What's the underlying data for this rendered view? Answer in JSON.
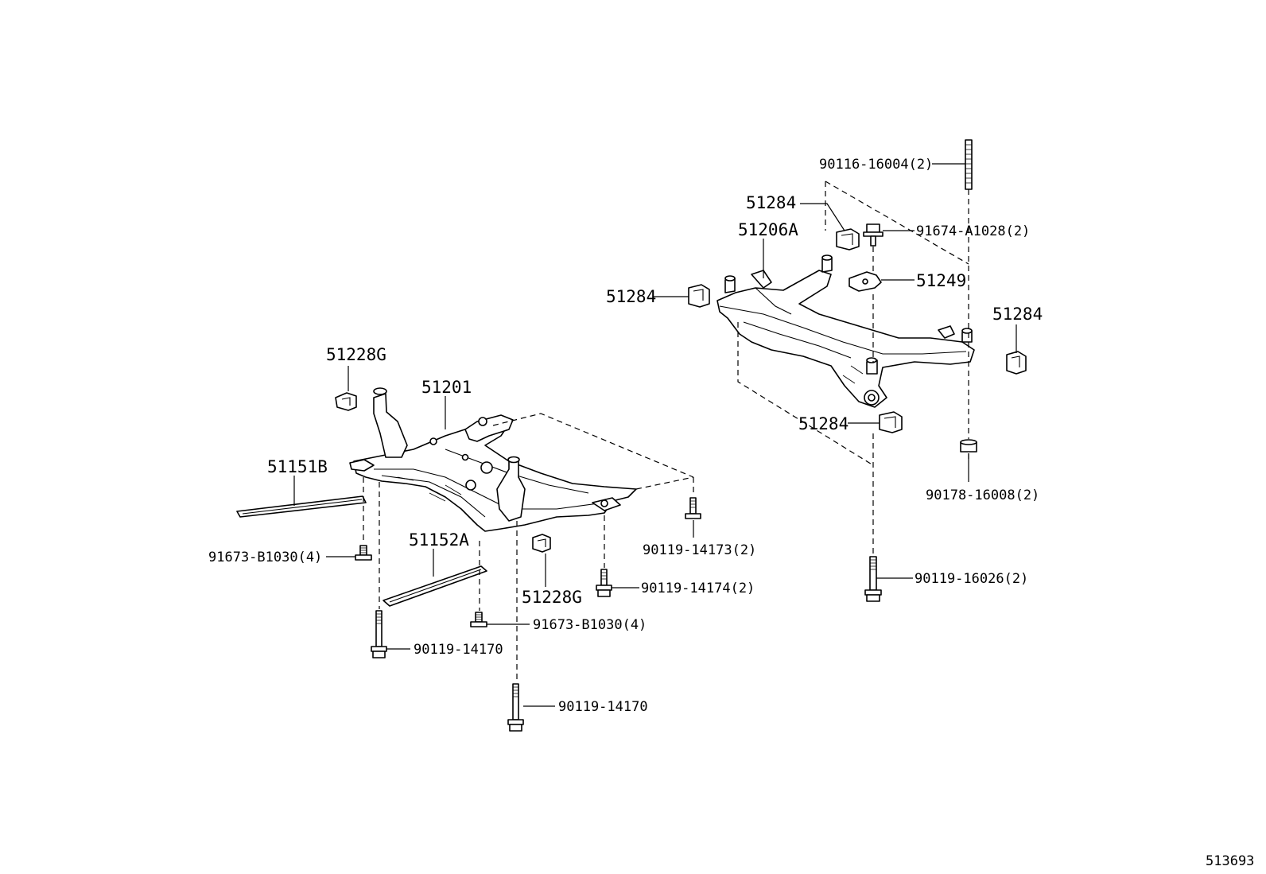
{
  "diagram_id": "513693",
  "labels": {
    "p51228g_top": "51228G",
    "p51201": "51201",
    "p51151b": "51151B",
    "p51152a": "51152A",
    "p51228g_bottom": "51228G",
    "p91673_left": "91673-B1030(4)",
    "p91673_mid": "91673-B1030(4)",
    "p90119_14173": "90119-14173(2)",
    "p90119_14174": "90119-14174(2)",
    "p90119_14170_a": "90119-14170",
    "p90119_14170_b": "90119-14170",
    "p90116_16004": "90116-16004(2)",
    "p51284_top": "51284",
    "p51206a": "51206A",
    "p91674_a1028": "91674-A1028(2)",
    "p51284_left": "51284",
    "p51249": "51249",
    "p51284_right": "51284",
    "p51284_bottom": "51284",
    "p90178_16008": "90178-16008(2)",
    "p90119_16026": "90119-16026(2)"
  }
}
